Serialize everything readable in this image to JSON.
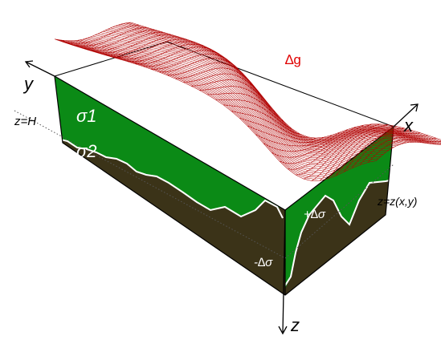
{
  "labels": {
    "delta_g": "∆g",
    "axis_x": "x",
    "axis_y": "y",
    "axis_z": "z",
    "z_h": "z=H",
    "sigma1": "σ1",
    "sigma2": "σ2",
    "plus_delta_sigma": "+∆σ",
    "minus_delta_sigma": "-∆σ",
    "z_surface": "z=z(x,y)"
  },
  "colors": {
    "upper_layer": "#0b8a16",
    "lower_layer": "#3b3318",
    "top_face": "#ffffff",
    "gravity_mesh": "#b00000",
    "interface_line": "#ffffff",
    "axes": "#000000"
  }
}
